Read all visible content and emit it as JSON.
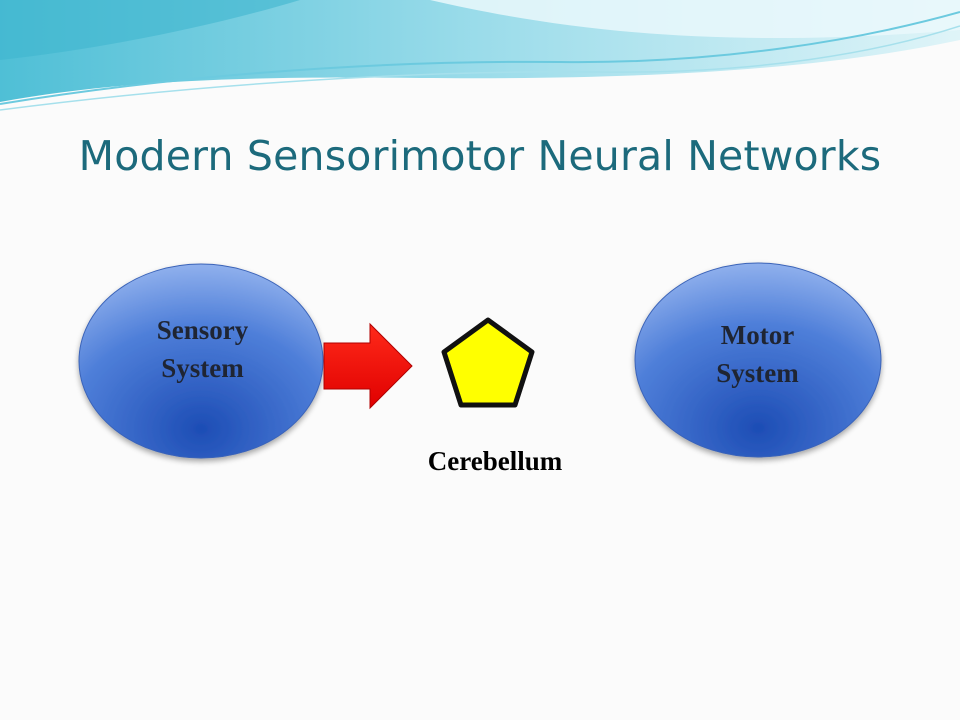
{
  "slide": {
    "title": "Modern Sensorimotor Neural Networks"
  },
  "diagram": {
    "nodes": {
      "sensory": {
        "label_line1": "Sensory",
        "label_line2": "System"
      },
      "motor": {
        "label_line1": "Motor",
        "label_line2": "System"
      },
      "cerebellum": {
        "label": "Cerebellum"
      }
    }
  },
  "colors": {
    "title": "#1c6a7c",
    "bubble_top": "#8fb0ef",
    "bubble_bottom": "#1f4fb8",
    "arrow": "#ff0000",
    "pentagon_fill": "#ffff00",
    "pentagon_stroke": "#111111",
    "swoosh_light": "#bfe9f2",
    "swoosh_mid": "#5ec5dc"
  }
}
